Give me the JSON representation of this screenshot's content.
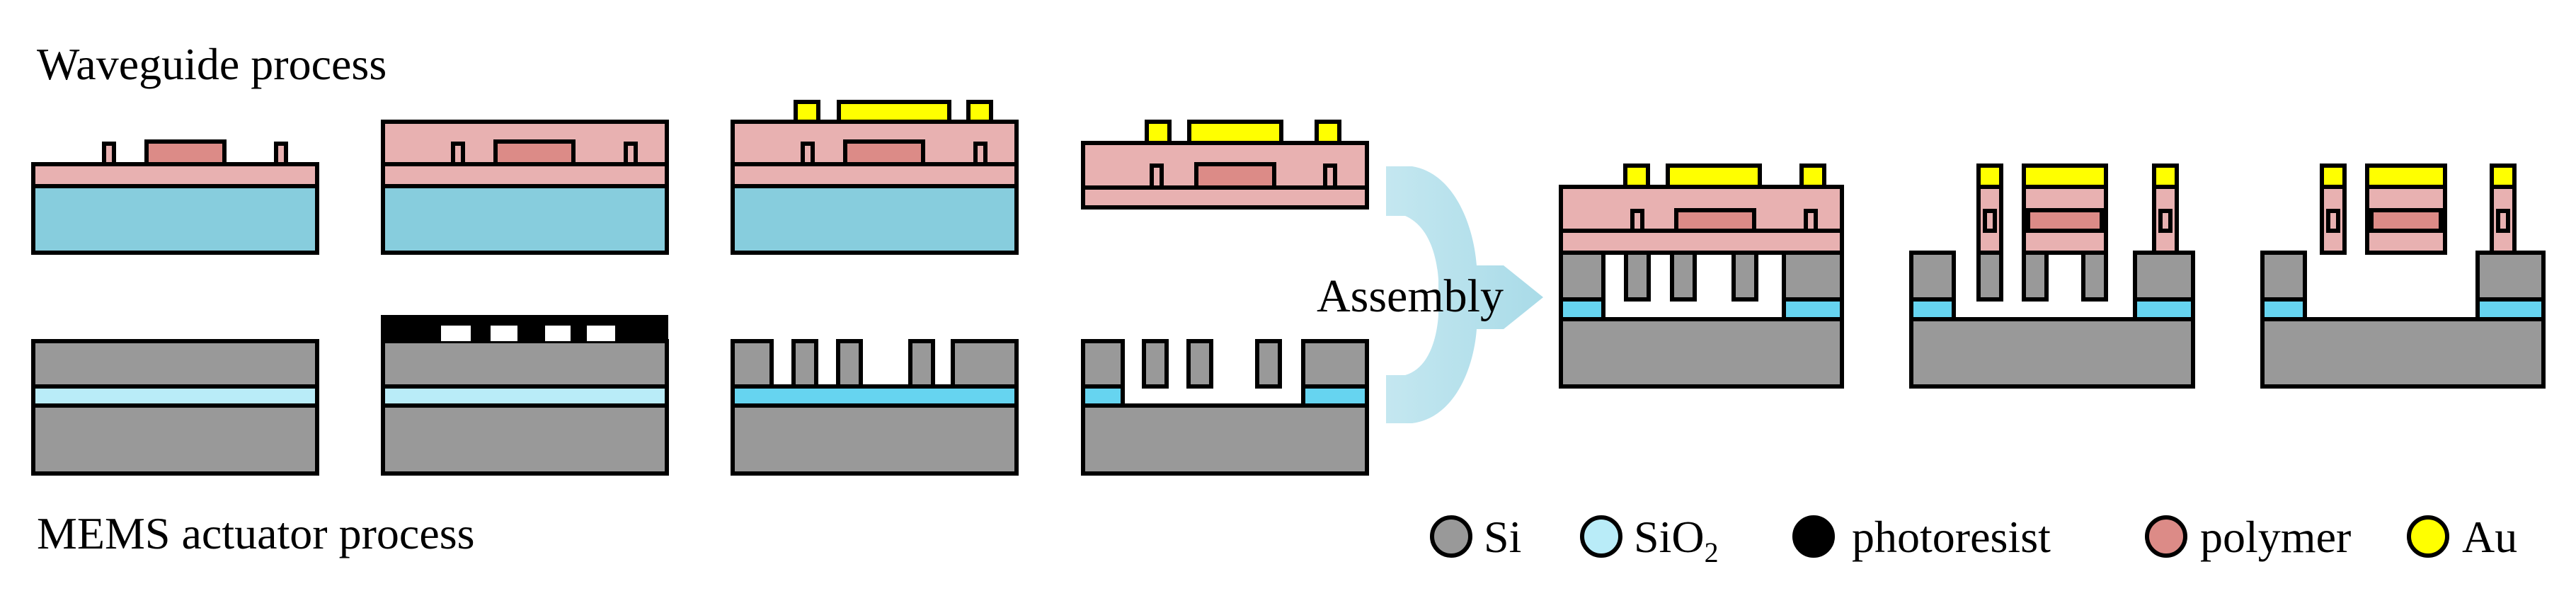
{
  "labels": {
    "waveguide_process": "Waveguide process",
    "mems_process": "MEMS actuator process",
    "assembly": "Assembly"
  },
  "legend": [
    {
      "name": "Si",
      "sub": "",
      "color": "#999999"
    },
    {
      "name": "SiO",
      "sub": "2",
      "color": "#b9ecf8"
    },
    {
      "name": "photoresist",
      "sub": "",
      "color": "#000000"
    },
    {
      "name": "polymer",
      "sub": "",
      "color": "#dc8b87"
    },
    {
      "name": "Au",
      "sub": "",
      "color": "#ffff00"
    }
  ],
  "colors": {
    "si": "#999999",
    "sio2_light": "#b9ecf8",
    "sio2_bright": "#66d4f0",
    "substrate_blue": "#87cddd",
    "cladding": "#e8b1b1",
    "core": "#dc8b87",
    "au": "#ffff00",
    "photoresist": "#000000",
    "arrow": "#b7e2ec"
  }
}
